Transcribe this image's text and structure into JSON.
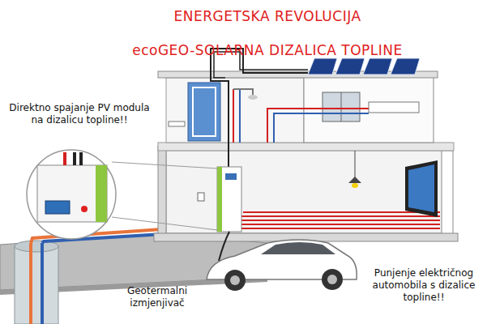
{
  "diagram": {
    "title": "ENERGETSKA REVOLUCIJA",
    "labels": [
      "ecoGEO-SOLARNA DIZALICA TOPLINE",
      "Direktno spajanje PV modula na dizalicu topline!!",
      "Geotermalni izmjenjivač",
      "Punjenje električnog automobila s dizalice topline!!"
    ]
  }
}
